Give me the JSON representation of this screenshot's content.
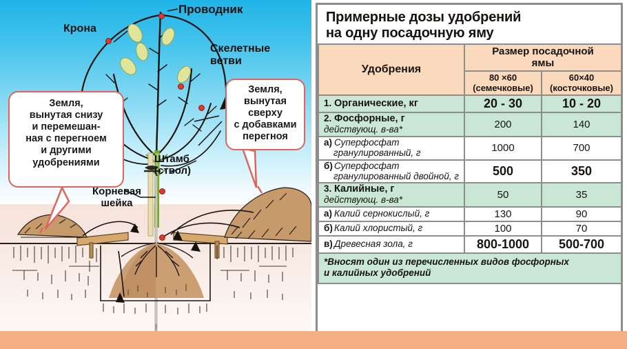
{
  "illustration": {
    "labels": [
      {
        "id": "provodnik",
        "text": "Проводник"
      },
      {
        "id": "krona",
        "text": "Крона"
      },
      {
        "id": "skeletnye-vetvi",
        "text": "Скелетные\nветви"
      },
      {
        "id": "shtamb",
        "text": "Штамб\n(ствол)"
      },
      {
        "id": "kornevaya-sheyka",
        "text": "Корневая\nшейка"
      }
    ],
    "callouts": [
      {
        "id": "soil-bottom",
        "lines": [
          "Земля,",
          "вынутая снизу",
          "и перемешан-",
          "ная с перегноем",
          "и другими",
          "удобрениями"
        ]
      },
      {
        "id": "soil-top",
        "lines": [
          "Земля,",
          "вынутая",
          "сверху",
          "с добавками",
          "перегноя"
        ]
      }
    ]
  },
  "panel": {
    "title": "Примерные дозы удобрений\nна одну посадочную яму",
    "header": {
      "col_fertilizer": "Удобрения",
      "group_title": "Размер посадочной\nямы",
      "col1_size": "80 ×60",
      "col1_kind": "(семечковые)",
      "col2_size": "60×40",
      "col2_kind": "(косточковые)"
    },
    "rows": [
      {
        "index": "1.",
        "name": "Органические, кг",
        "sub": "",
        "style": "green",
        "bold": true,
        "big": true,
        "col1": "20 - 30",
        "col2": "10 - 20"
      },
      {
        "index": "2.",
        "name": "Фосфорные, г",
        "sub": "действующ. в-ва*",
        "style": "green",
        "bold": true,
        "big": false,
        "col1": "200",
        "col2": "140"
      },
      {
        "index": "а)",
        "name": "Суперфосфат",
        "sub": "гранулированный, г",
        "style": "white",
        "bold": false,
        "big": false,
        "col1": "1000",
        "col2": "700"
      },
      {
        "index": "б)",
        "name": "Суперфосфат",
        "sub": "гранулированный\nдвойной, г",
        "style": "white",
        "bold": false,
        "big": true,
        "col1": "500",
        "col2": "350"
      },
      {
        "index": "3.",
        "name": "Калийные, г",
        "sub": "действующ. в-ва*",
        "style": "green",
        "bold": true,
        "big": false,
        "col1": "50",
        "col2": "35"
      },
      {
        "index": "а)",
        "name": "Калий сернокислый, г",
        "sub": "",
        "style": "white",
        "bold": false,
        "big": false,
        "col1": "130",
        "col2": "90"
      },
      {
        "index": "б)",
        "name": "Калий хлористый, г",
        "sub": "",
        "style": "white",
        "bold": false,
        "big": false,
        "col1": "100",
        "col2": "70"
      },
      {
        "index": "в)",
        "name": "Древесная зола, г",
        "sub": "",
        "style": "white",
        "bold": false,
        "big": true,
        "col1": "800-1000",
        "col2": "500-700"
      }
    ],
    "footnote": "*Вносят один из перечисленных видов фосфорных\n и калийных удобрений"
  },
  "colors": {
    "header_peach": "#fad9bd",
    "row_green": "#c9e7d4",
    "border_gray": "#8d8d8d",
    "callout_red": "#e1645c",
    "sky_top": "#1fb4e8",
    "bottom_band": "#f5b183",
    "dot_red": "#e03a2f"
  }
}
